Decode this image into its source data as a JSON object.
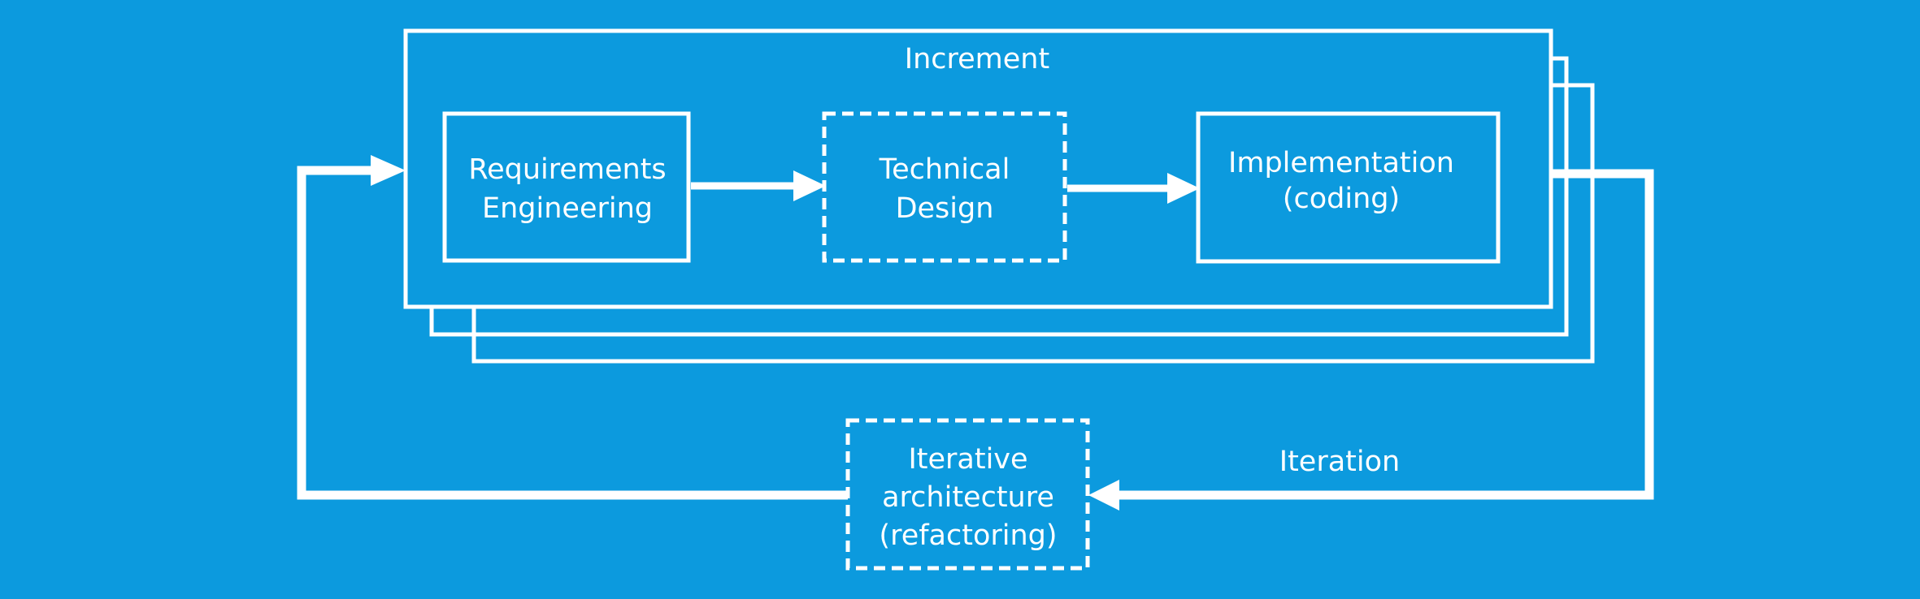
{
  "colors": {
    "background": "#0c9ade",
    "foreground": "#ffffff"
  },
  "increment": {
    "label": "Increment"
  },
  "steps": {
    "requirements": {
      "line1": "Requirements",
      "line2": "Engineering"
    },
    "design": {
      "line1": "Technical",
      "line2": "Design"
    },
    "implementation": {
      "line1": "Implementation",
      "line2": "(coding)"
    }
  },
  "feedback": {
    "label": "Iteration",
    "architecture": {
      "line1": "Iterative",
      "line2": "architecture",
      "line3": "(refactoring)"
    }
  }
}
